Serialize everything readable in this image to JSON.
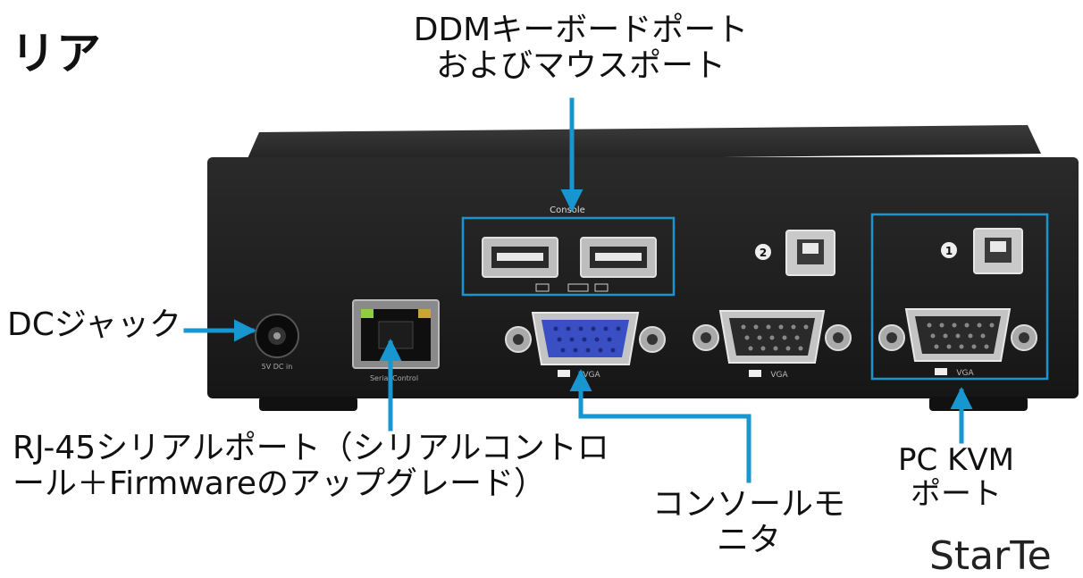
{
  "title": "リア",
  "callouts": {
    "ddm_port": [
      "DDMキーボードポート",
      "およびマウスポート"
    ],
    "dc_jack": "DCジャック",
    "rj45_port": [
      "RJ-45シリアルポート（シリアルコントロ",
      "ール＋Firmwareのアップグレード）"
    ],
    "console_monitor": [
      "コンソールモ",
      "ニタ"
    ],
    "pc_kvm_port": [
      "PC KVM",
      "ポート"
    ]
  },
  "device": {
    "console_label": "Console",
    "port_numbers": [
      "2",
      "1"
    ],
    "vga_label": "VGA",
    "dc_label": "5V DC in",
    "serial_label": "Serial Control"
  },
  "brand_text": "StarTe",
  "colors": {
    "callout": "#1796cf",
    "device_body": "#1f1f1f",
    "vga_blue": "#3a4fc4"
  }
}
